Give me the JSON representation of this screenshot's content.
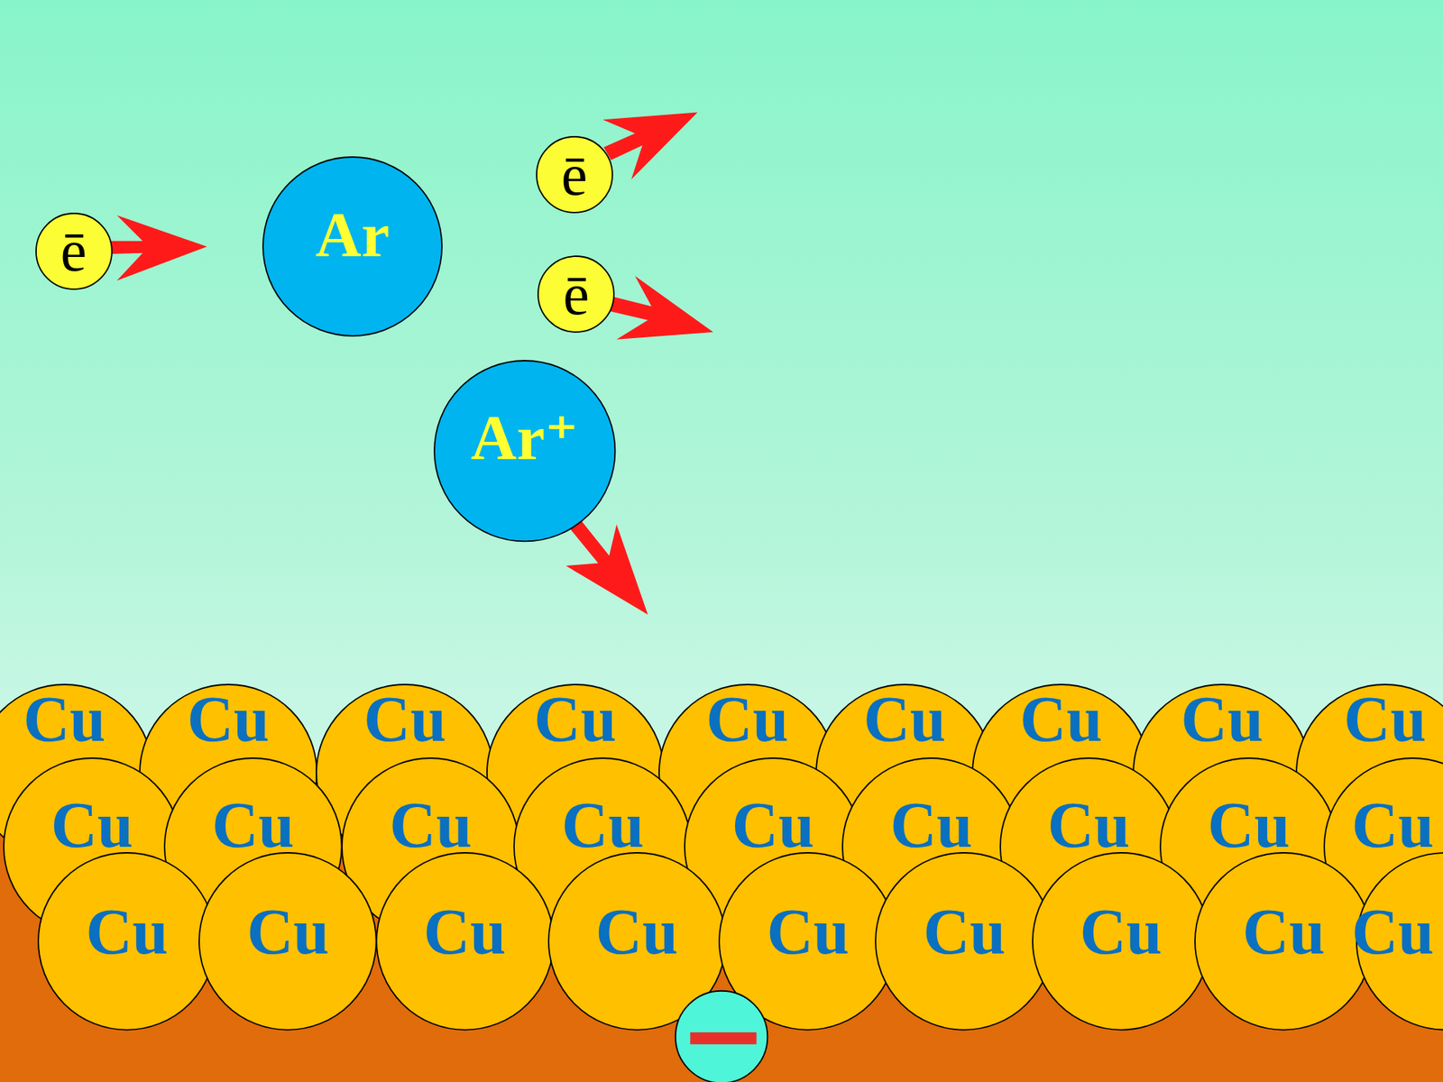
{
  "diagram": {
    "nodes": [
      {
        "text": [
          "ē"
        ]
      },
      {
        "text": [
          "Ar"
        ]
      },
      {
        "text": [
          "ē"
        ]
      },
      {
        "text": [
          "ē"
        ]
      },
      {
        "text": [
          "Ar⁺"
        ]
      },
      {
        "text": [
          "Cu"
        ]
      },
      {
        "text": [
          "Cu"
        ]
      },
      {
        "text": [
          "Cu"
        ]
      },
      {
        "text": [
          "Cu"
        ]
      },
      {
        "text": [
          "Cu"
        ]
      },
      {
        "text": [
          "Cu"
        ]
      },
      {
        "text": [
          "Cu"
        ]
      },
      {
        "text": [
          "Cu"
        ]
      },
      {
        "text": [
          "Cu"
        ]
      },
      {
        "text": [
          "Cu"
        ]
      },
      {
        "text": [
          "Cu"
        ]
      },
      {
        "text": [
          "Cu"
        ]
      },
      {
        "text": [
          "Cu"
        ]
      },
      {
        "text": [
          "Cu"
        ]
      },
      {
        "text": [
          "Cu"
        ]
      },
      {
        "text": [
          "Cu"
        ]
      },
      {
        "text": [
          "Cu"
        ]
      },
      {
        "text": [
          "Cu"
        ]
      },
      {
        "text": [
          "Cu"
        ]
      },
      {
        "text": [
          "Cu"
        ]
      },
      {
        "text": [
          "Cu"
        ]
      },
      {
        "text": [
          "Cu"
        ]
      },
      {
        "text": [
          "Cu"
        ]
      },
      {
        "text": [
          "Cu"
        ]
      },
      {
        "text": [
          "Cu"
        ]
      },
      {
        "text": [
          "Cu"
        ]
      },
      {
        "text": [
          "Cu"
        ]
      }
    ]
  }
}
